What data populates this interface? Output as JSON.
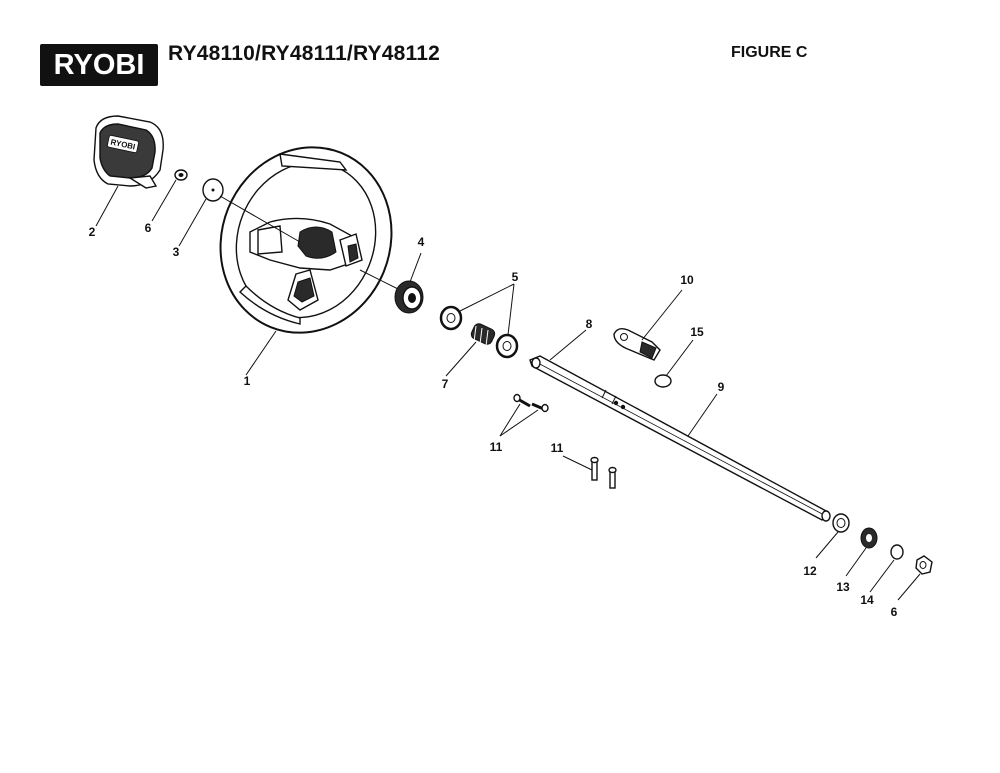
{
  "header": {
    "brand": "RYOBI",
    "model_numbers": "RY48110/RY48111/RY48112",
    "figure_label": "FIGURE C"
  },
  "hub_logo": "RYOBI",
  "callouts": [
    "1",
    "2",
    "3",
    "4",
    "5",
    "6",
    "7",
    "8",
    "9",
    "10",
    "11",
    "11",
    "12",
    "13",
    "14",
    "6",
    "15"
  ]
}
